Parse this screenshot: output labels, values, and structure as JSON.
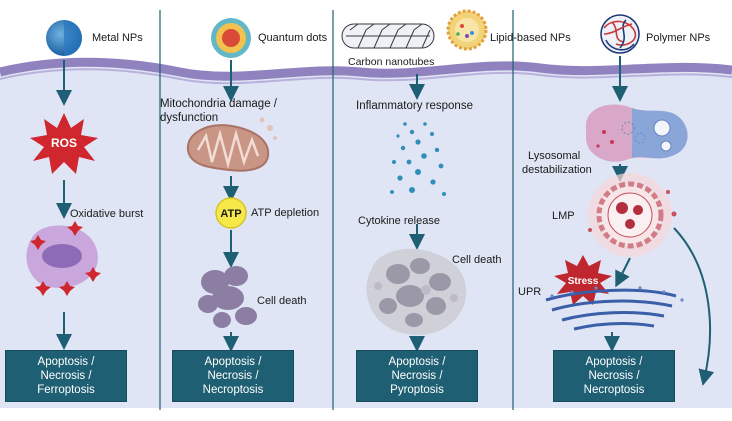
{
  "columns": [
    {
      "title": "Metal NPs",
      "steps": [
        "ROS",
        "Oxidative burst"
      ],
      "outcome": [
        "Apoptosis /",
        "Necrosis /",
        "Ferroptosis"
      ]
    },
    {
      "title": "Quantum dots",
      "steps": [
        "Mitochondria damage /",
        "dysfunction",
        "ATP",
        "ATP depletion",
        "Cell death"
      ],
      "outcome": [
        "Apoptosis /",
        "Necrosis /",
        "Necroptosis"
      ]
    },
    {
      "title_a": "Carbon nanotubes",
      "title_b": "Lipid-based NPs",
      "steps": [
        "Inflammatory response",
        "Cytokine release",
        "Cell death"
      ],
      "outcome": [
        "Apoptosis /",
        "Necrosis /",
        "Pyroptosis"
      ]
    },
    {
      "title": "Polymer NPs",
      "steps": [
        "Lysosomal",
        "destabilization",
        "LMP",
        "Stress",
        "UPR"
      ],
      "outcome": [
        "Apoptosis /",
        "Necrosis /",
        "Necroptosis"
      ]
    }
  ],
  "colors": {
    "membrane": "#8f82bf",
    "cytoplasm": "#dfe5f4",
    "arrow": "#1f5f73",
    "outcome_box": "#1f5f73",
    "ros_burst": "#d0272f",
    "atp": "#f7e84a",
    "mito": "#c99685"
  }
}
